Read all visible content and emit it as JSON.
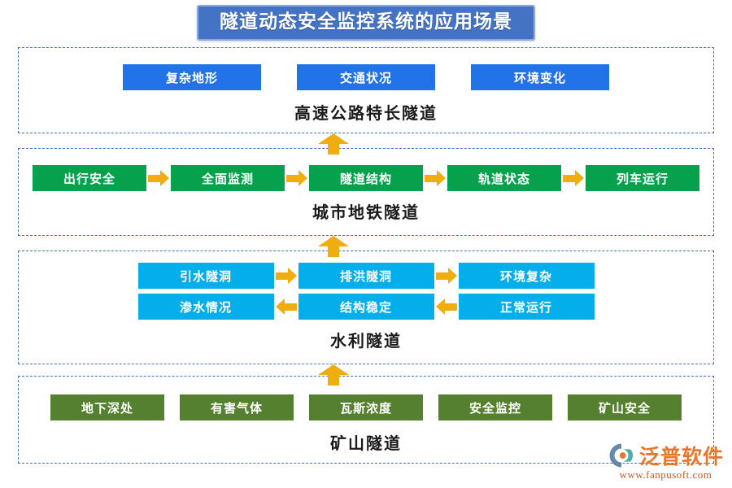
{
  "title": "隧道动态安全监控系统的应用场景",
  "sections": [
    {
      "label": "高速公路特长隧道",
      "color": "#2272E8",
      "style": "blue",
      "rows": [
        {
          "arrows": "none",
          "nodes": [
            "复杂地形",
            "交通状况",
            "环境变化"
          ]
        }
      ]
    },
    {
      "label": "城市地铁隧道",
      "color": "#06A14C",
      "style": "green",
      "rows": [
        {
          "arrows": "right",
          "nodes": [
            "出行安全",
            "全面监测",
            "隧道结构",
            "轨道状态",
            "列车运行"
          ]
        }
      ]
    },
    {
      "label": "水利隧道",
      "color": "#04AEEB",
      "style": "cyan",
      "rows": [
        {
          "arrows": "right",
          "nodes": [
            "引水隧洞",
            "排洪隧洞",
            "环境复杂"
          ]
        },
        {
          "arrows": "left",
          "nodes": [
            "渗水情况",
            "结构稳定",
            "正常运行"
          ]
        }
      ]
    },
    {
      "label": "矿山隧道",
      "color": "#55802F",
      "style": "olive",
      "rows": [
        {
          "arrows": "none",
          "nodes": [
            "地下深处",
            "有害气体",
            "瓦斯浓度",
            "安全监控",
            "矿山安全"
          ]
        }
      ]
    }
  ],
  "connectors": {
    "direction": "up",
    "color": "#F0AD10",
    "count": 3
  },
  "logo": {
    "name": "泛普软件",
    "url": "www.fanpusoft.com",
    "icon": "fanpu-swirl-logo",
    "color": "#E86C1A"
  },
  "theme": {
    "title_bg": "#4472C4",
    "title_border": "#8FAADC",
    "section_border": "#4472C4",
    "arrow": "#F0AD10",
    "background": "#FFFFFF"
  }
}
